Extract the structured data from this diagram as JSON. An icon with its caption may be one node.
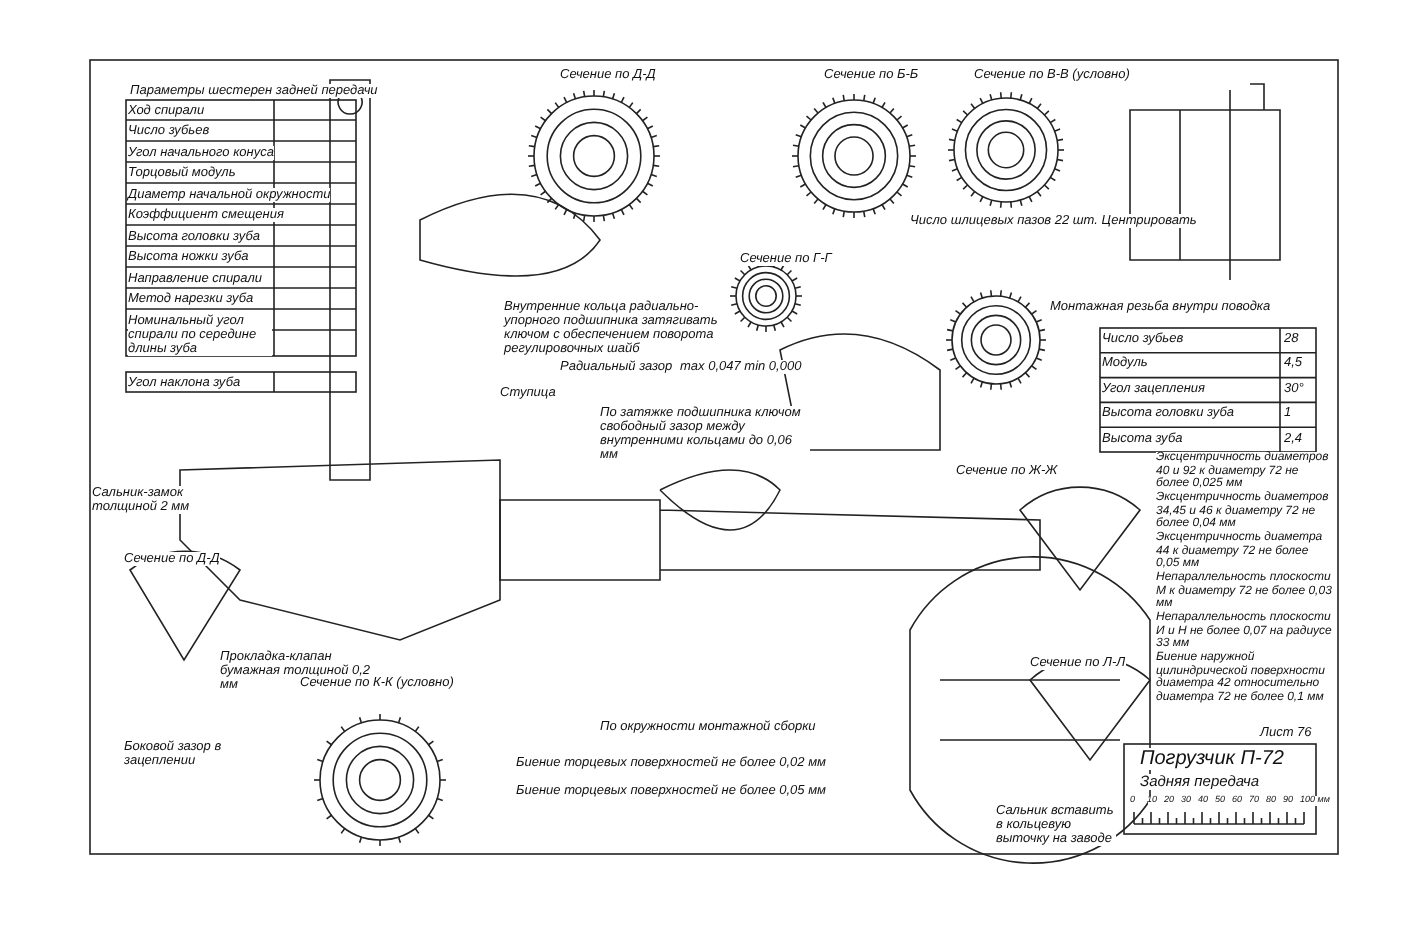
{
  "diagram": {
    "title": "Погрузчик П-72",
    "caption": "Задняя передача",
    "labels": [
      "Параметры шестерен задней передачи",
      "Ход спирали",
      "Число зубьев",
      "Угол начального конуса",
      "Торцовый модуль",
      "Диаметр начальной окружности",
      "Коэффициент смещения",
      "Высота головки зуба",
      "Высота ножки зуба",
      "Направление спирали",
      "Метод нарезки зуба",
      "Номинальный угол спирали по середине длины зуба",
      "Угол наклона зуба",
      "Сечение по Д-Д",
      "Сечение по Б-Б",
      "Сечение по В-В (условно)",
      "Внутренние кольца радиально-упорного подшипника затягивать ключом с обеспечением поворота регулировочных шайб",
      "Сечение по Г-Г",
      "Радиальный зазор",
      "max 0,047 min 0,000",
      "Число шлицевых пазов 22 шт. Центрировать",
      "Монтажная резьба внутри поводка",
      "Число зубьев",
      "28",
      "Модуль",
      "4,5",
      "Угол зацепления",
      "30°",
      "Высота головки зуба",
      "1",
      "Высота зуба",
      "2,4",
      "Сечение по Ж-Ж",
      "Эксцентричность диаметров 40 и 92 к диаметру 72 не более 0,025 мм",
      "Эксцентричность диаметров 34,45 и 46 к диаметру 72 не более 0,04 мм",
      "Эксцентричность диаметра 44 к диаметру 72 не более 0,05 мм",
      "Непараллельность плоскости М к диаметру 72 не более 0,03 мм",
      "Непараллельность плоскости И и Н не более 0,07 на радиусе 33 мм",
      "Биение наружной цилиндрической поверхности диаметра 42 относительно диаметра 72 не более 0,1 мм",
      "Лист 76",
      "Сечение по Л-Л",
      "Сальник вставить в кольцевую выточку на заводе",
      "Ступица",
      "По затяжке подшипника ключом свободный зазор между внутренними кольцами до 0,06 мм",
      "Сальник-замок толщиной 2 мм",
      "Сечение по Д-Д",
      "Прокладка-клапан бумажная толщиной 0,2 мм",
      "Сечение по К-К (условно)",
      "Боковой зазор в зацеплении",
      "По окружности монтажной сборки",
      "Биение торцевых поверхностей не более 0,02 мм",
      "Биение торцевых поверхностей не более 0,05 мм",
      "0",
      "10",
      "20",
      "30",
      "40",
      "50",
      "60",
      "70",
      "80",
      "90",
      "100 мм"
    ]
  }
}
